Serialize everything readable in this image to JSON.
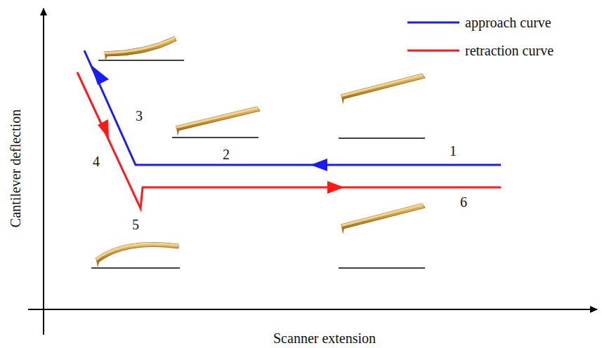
{
  "diagram": {
    "labels": [
      "1",
      "2",
      "3",
      "4",
      "5",
      "6",
      "Cantilever deflection",
      "Scanner extension"
    ],
    "legend": [
      {
        "text": "approach curve"
      },
      {
        "text": "retraction curve"
      }
    ]
  }
}
